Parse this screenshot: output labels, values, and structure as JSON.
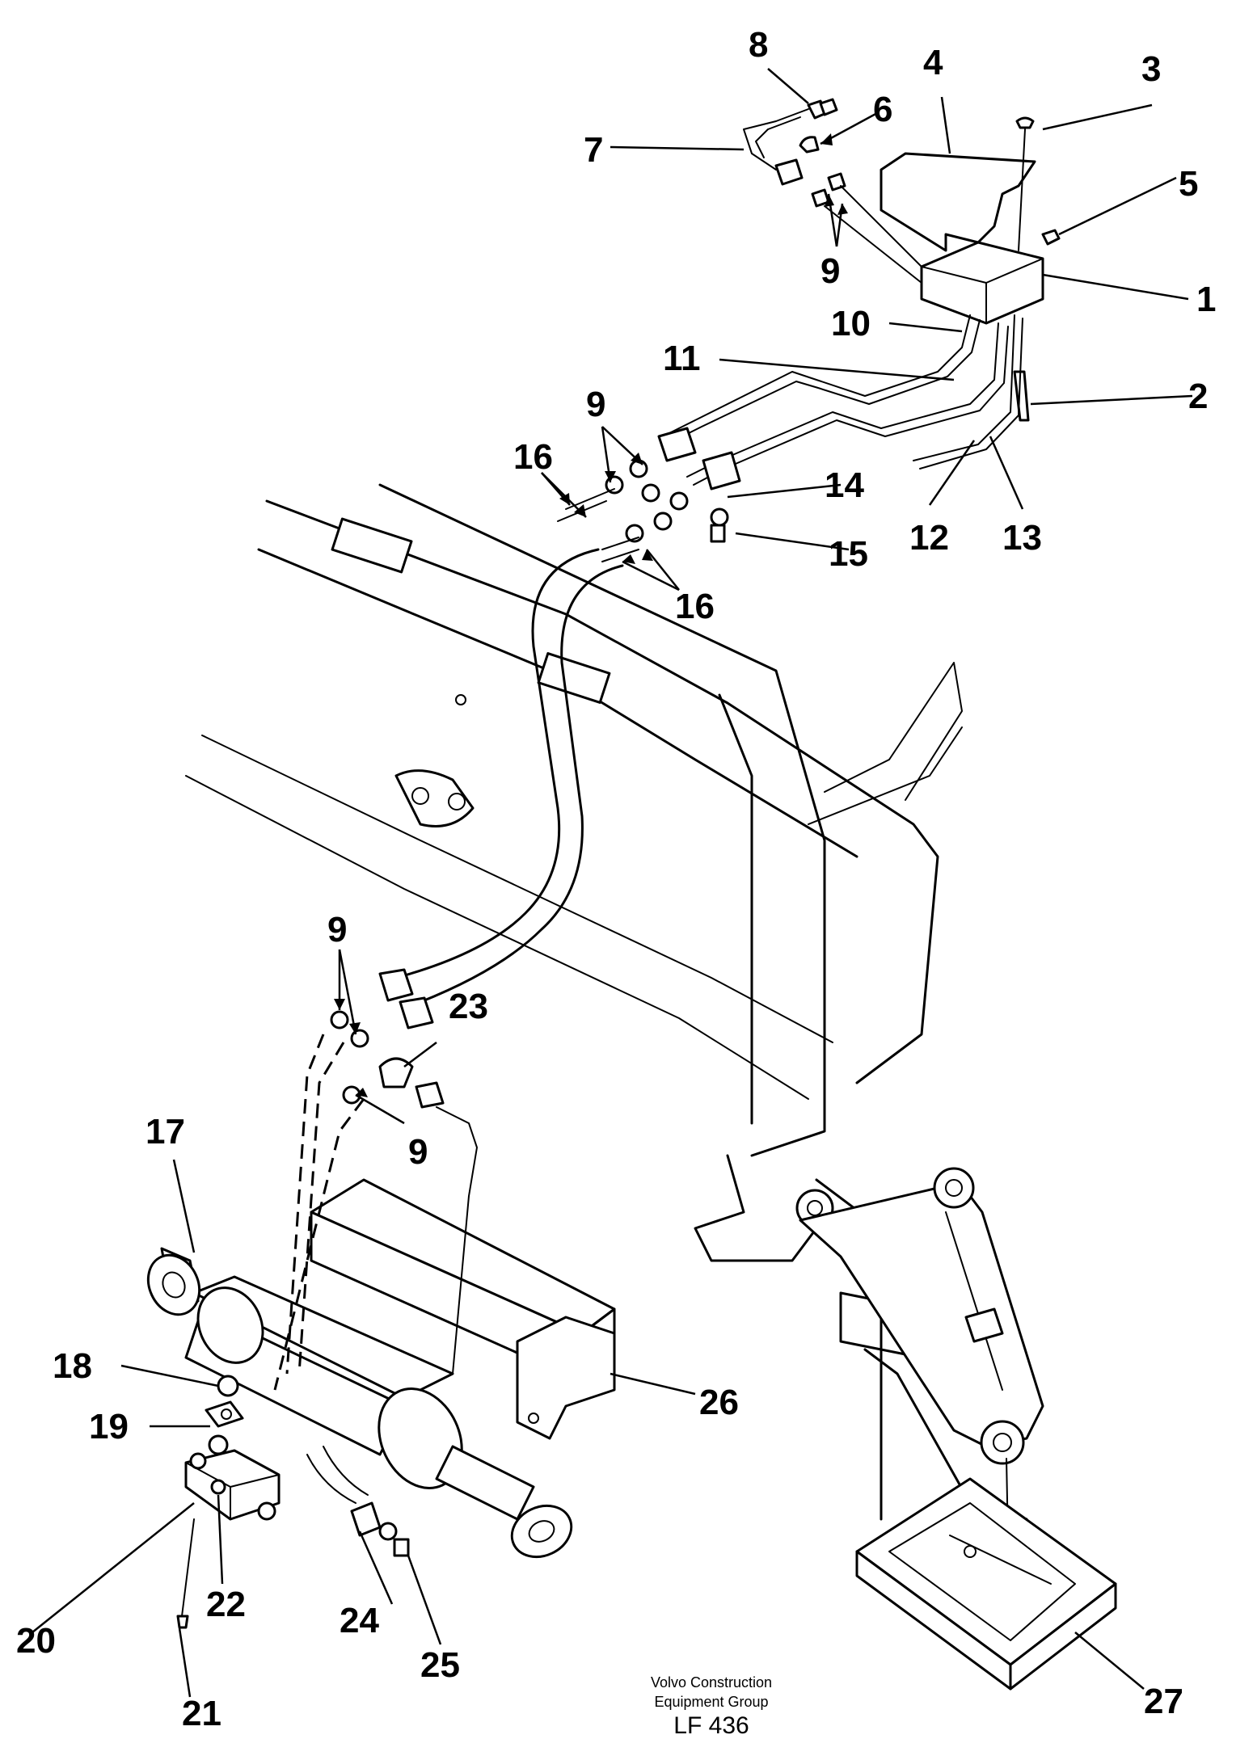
{
  "callouts": {
    "c1": "1",
    "c2": "2",
    "c3": "3",
    "c4": "4",
    "c5": "5",
    "c6": "6",
    "c7": "7",
    "c8": "8",
    "c9a": "9",
    "c9b": "9",
    "c9c": "9",
    "c9d": "9",
    "c10": "10",
    "c11": "11",
    "c12": "12",
    "c13": "13",
    "c14": "14",
    "c15": "15",
    "c16a": "16",
    "c16b": "16",
    "c17": "17",
    "c18": "18",
    "c19": "19",
    "c20": "20",
    "c21": "21",
    "c22": "22",
    "c23": "23",
    "c24": "24",
    "c25": "25",
    "c26": "26",
    "c27": "27"
  },
  "footer": {
    "company_line1": "Volvo Construction",
    "company_line2": "Equipment Group",
    "code": "LF 436"
  }
}
